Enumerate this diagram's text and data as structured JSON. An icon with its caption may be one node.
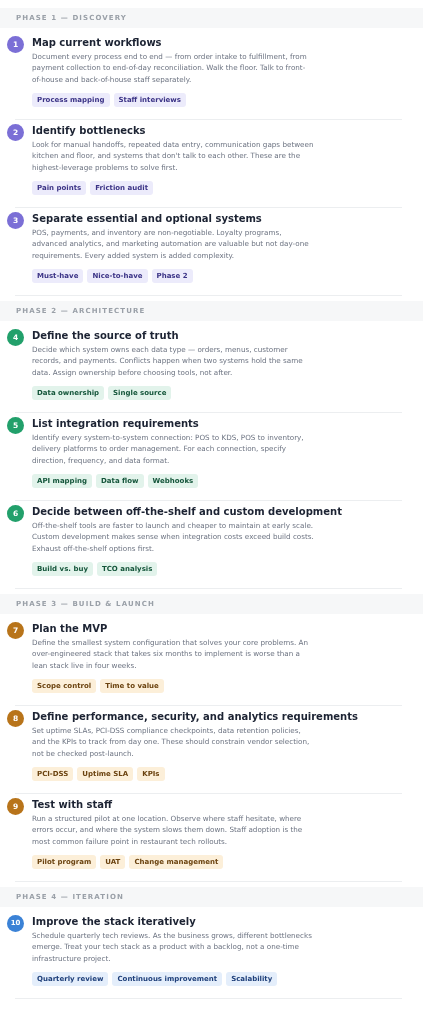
{
  "diagram": {
    "nodes": [
      {
        "text": [
          "PHASE 1 — DISCOVERY"
        ]
      },
      {
        "text": [
          "Map current workflows",
          "Document every process end to end — from order intake to fulfillment, from payment collection to end-of-day reconciliation. Walk the floor. Talk to front-of-house and back-of-house staff separately."
        ]
      },
      {
        "text": [
          "1"
        ],
        "in": 1
      },
      {
        "text": [
          "Process mapping"
        ],
        "in": 1
      },
      {
        "text": [
          "Staff interviews"
        ],
        "in": 1
      },
      {
        "text": [
          "Identify bottlenecks",
          "Look for manual handoffs, repeated data entry, communication gaps between kitchen and floor, and systems that don't talk to each other. These are the highest-leverage problems to solve first."
        ]
      },
      {
        "text": [
          "2"
        ],
        "in": 5
      },
      {
        "text": [
          "Pain points"
        ],
        "in": 5
      },
      {
        "text": [
          "Friction audit"
        ],
        "in": 5
      },
      {
        "text": [
          "Separate essential and optional systems",
          "POS, payments, and inventory are non-negotiable. Loyalty programs, advanced analytics, and marketing automation are valuable but not day-one requirements. Every added system is added complexity."
        ]
      },
      {
        "text": [
          "3"
        ],
        "in": 9
      },
      {
        "text": [
          "Must-have"
        ],
        "in": 9
      },
      {
        "text": [
          "Nice-to-have"
        ],
        "in": 9
      },
      {
        "text": [
          "Phase 2"
        ],
        "in": 9
      },
      {
        "text": [
          "PHASE 2 — ARCHITECTURE"
        ]
      },
      {
        "text": [
          "Define the source of truth",
          "Decide which system owns each data type — orders, menus, customer records, and payments. Conflicts happen when two systems hold the same data. Assign ownership before choosing tools, not after."
        ]
      },
      {
        "text": [
          "4"
        ],
        "in": 15
      },
      {
        "text": [
          "Data ownership"
        ],
        "in": 15
      },
      {
        "text": [
          "Single source"
        ],
        "in": 15
      },
      {
        "text": [
          "List integration requirements",
          "Identify every system-to-system connection: POS to KDS, POS to inventory, delivery platforms to order management. For each connection, specify direction, frequency, and data format."
        ]
      },
      {
        "text": [
          "5"
        ],
        "in": 19
      },
      {
        "text": [
          "API mapping"
        ],
        "in": 19
      },
      {
        "text": [
          "Data flow"
        ],
        "in": 19
      },
      {
        "text": [
          "Webhooks"
        ],
        "in": 19
      },
      {
        "text": [
          "Decide between off-the-shelf and custom development",
          "Off-the-shelf tools are faster to launch and cheaper to maintain at early scale. Custom development makes sense when integration costs exceed build costs. Exhaust off-the-shelf options first."
        ]
      },
      {
        "text": [
          "6"
        ],
        "in": 24
      },
      {
        "text": [
          "Build vs. buy"
        ],
        "in": 24
      },
      {
        "text": [
          "TCO analysis"
        ],
        "in": 24
      },
      {
        "text": [
          "PHASE 3 — BUILD & LAUNCH"
        ]
      },
      {
        "text": [
          "Plan the MVP",
          "Define the smallest system configuration that solves your core problems. An over-engineered stack that takes six months to implement is worse than a lean stack live in four weeks."
        ]
      },
      {
        "text": [
          "7"
        ],
        "in": 29
      },
      {
        "text": [
          "Scope control"
        ],
        "in": 29
      },
      {
        "text": [
          "Time to value"
        ],
        "in": 29
      },
      {
        "text": [
          "Define performance, security, and analytics requirements",
          "Set uptime SLAs, PCI-DSS compliance checkpoints, data retention policies, and the KPIs to track from day one. These should constrain vendor selection, not be checked post-launch."
        ]
      },
      {
        "text": [
          "8"
        ],
        "in": 33
      },
      {
        "text": [
          "PCI-DSS"
        ],
        "in": 33
      },
      {
        "text": [
          "Uptime SLA"
        ],
        "in": 33
      },
      {
        "text": [
          "KPIs"
        ],
        "in": 33
      },
      {
        "text": [
          "Test with staff",
          "Run a structured pilot at one location. Observe where staff hesitate, where errors occur, and where the system slows them down. Staff adoption is the most common failure point in restaurant tech rollouts."
        ]
      },
      {
        "text": [
          "9"
        ],
        "in": 38
      },
      {
        "text": [
          "Pilot program"
        ],
        "in": 38
      },
      {
        "text": [
          "UAT"
        ],
        "in": 38
      },
      {
        "text": [
          "Change management"
        ],
        "in": 38
      },
      {
        "text": [
          "PHASE 4 — ITERATION"
        ]
      },
      {
        "text": [
          "Improve the stack iteratively",
          "Schedule quarterly tech reviews. As the business grows, different bottlenecks emerge. Treat your tech stack as a product with a backlog, not a one-time infrastructure project."
        ]
      },
      {
        "text": [
          "10"
        ],
        "in": 44
      },
      {
        "text": [
          "Quarterly review"
        ],
        "in": 44
      },
      {
        "text": [
          "Continuous improvement"
        ],
        "in": 44
      },
      {
        "text": [
          "Scalability"
        ],
        "in": 44
      }
    ]
  }
}
